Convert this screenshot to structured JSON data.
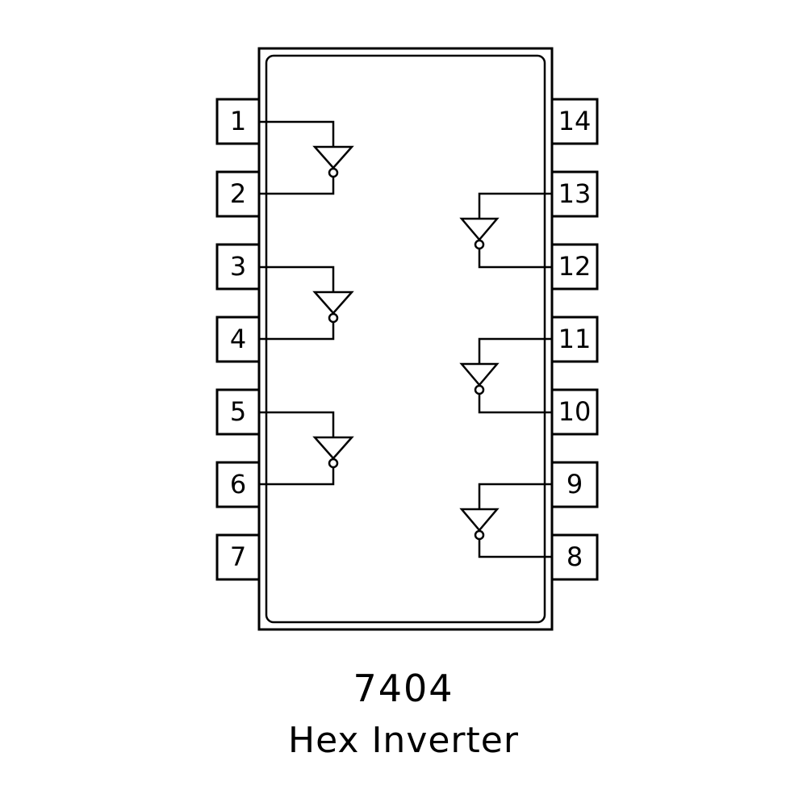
{
  "chip": {
    "part_number": "7404",
    "description": "Hex Inverter"
  },
  "pins": {
    "left": [
      "1",
      "2",
      "3",
      "4",
      "5",
      "6",
      "7"
    ],
    "right": [
      "14",
      "13",
      "12",
      "11",
      "10",
      "9",
      "8"
    ]
  },
  "gates": [
    {
      "input_pin": "1",
      "output_pin": "2"
    },
    {
      "input_pin": "3",
      "output_pin": "4"
    },
    {
      "input_pin": "5",
      "output_pin": "6"
    },
    {
      "input_pin": "13",
      "output_pin": "12"
    },
    {
      "input_pin": "11",
      "output_pin": "10"
    },
    {
      "input_pin": "9",
      "output_pin": "8"
    }
  ],
  "colors": {
    "line": "#000000",
    "background": "#ffffff"
  }
}
